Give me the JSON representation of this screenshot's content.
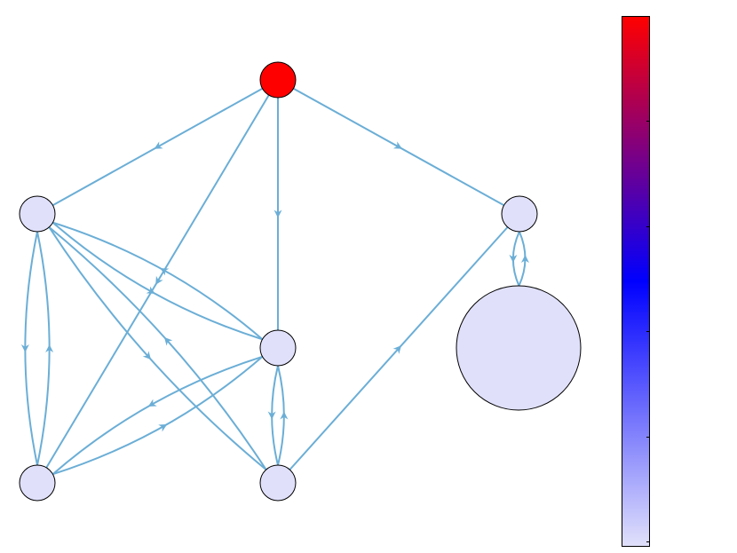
{
  "graph": {
    "node_fill_default": "#e0e0fb",
    "node_stroke": "#000000",
    "edge_color": "#6baed6",
    "nodes": [
      {
        "id": "top",
        "fill": "#ff0000"
      },
      {
        "id": "left-mid",
        "fill": "#e0e0fb"
      },
      {
        "id": "right-mid",
        "fill": "#e0e0fb"
      },
      {
        "id": "center-mid",
        "fill": "#e0e0fb"
      },
      {
        "id": "large-right",
        "fill": "#e0e0fb"
      },
      {
        "id": "bottom-left",
        "fill": "#e0e0fb"
      },
      {
        "id": "bottom-center",
        "fill": "#e0e0fb"
      }
    ],
    "edges": [
      {
        "from": "top",
        "to": "left-mid"
      },
      {
        "from": "top",
        "to": "right-mid"
      },
      {
        "from": "top",
        "to": "center-mid"
      },
      {
        "from": "top",
        "to": "bottom-left"
      },
      {
        "from": "left-mid",
        "to": "bottom-left"
      },
      {
        "from": "bottom-left",
        "to": "left-mid"
      },
      {
        "from": "left-mid",
        "to": "center-mid"
      },
      {
        "from": "center-mid",
        "to": "left-mid"
      },
      {
        "from": "left-mid",
        "to": "bottom-center"
      },
      {
        "from": "bottom-center",
        "to": "left-mid"
      },
      {
        "from": "center-mid",
        "to": "bottom-left"
      },
      {
        "from": "bottom-left",
        "to": "center-mid"
      },
      {
        "from": "center-mid",
        "to": "bottom-center"
      },
      {
        "from": "bottom-center",
        "to": "center-mid"
      },
      {
        "from": "bottom-center",
        "to": "right-mid"
      },
      {
        "from": "right-mid",
        "to": "large-right"
      },
      {
        "from": "large-right",
        "to": "right-mid"
      }
    ]
  },
  "colorbar": {
    "gradient_stops": [
      "#e0e0fb",
      "#0000ff",
      "#ff0000"
    ],
    "tick_count": 5
  }
}
